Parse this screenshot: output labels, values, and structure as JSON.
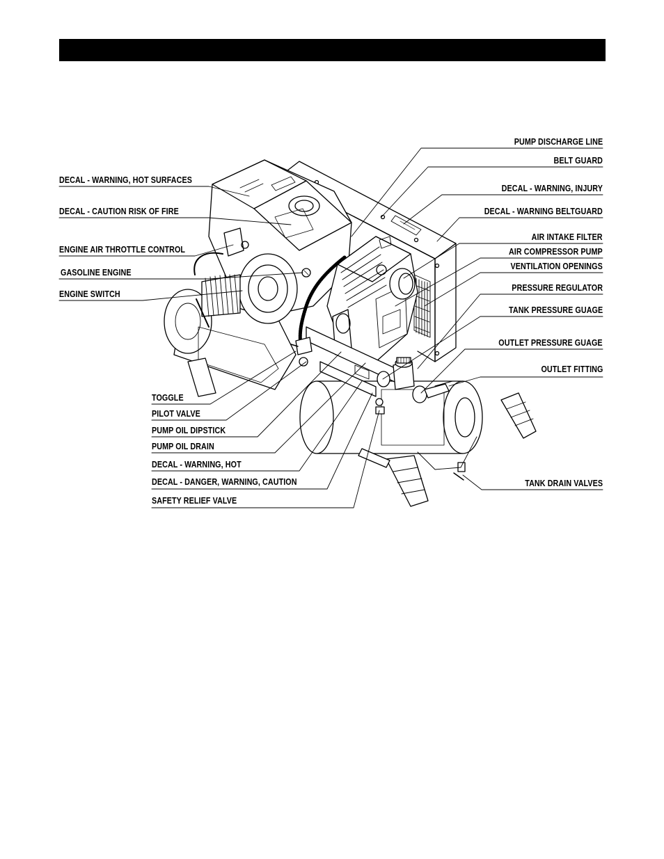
{
  "header": {
    "bar_color": "#000000"
  },
  "labels_left": [
    "DECAL - WARNING, HOT SURFACES",
    "DECAL - CAUTION RISK OF FIRE",
    "ENGINE AIR THROTTLE CONTROL",
    "GASOLINE ENGINE",
    "ENGINE SWITCH"
  ],
  "labels_bottom": [
    "TOGGLE",
    "PILOT VALVE",
    "PUMP OIL DIPSTICK",
    "PUMP OIL DRAIN",
    "DECAL - WARNING, HOT",
    "DECAL - DANGER, WARNING, CAUTION",
    "SAFETY RELIEF VALVE"
  ],
  "labels_right": [
    "PUMP DISCHARGE LINE",
    "BELT GUARD",
    "DECAL - WARNING, INJURY",
    "DECAL - WARNING BELTGUARD",
    "AIR INTAKE FILTER",
    "AIR COMPRESSOR PUMP",
    "VENTILATION OPENINGS",
    "PRESSURE REGULATOR",
    "TANK PRESSURE GUAGE",
    "OUTLET PRESSURE GUAGE",
    "OUTLET FITTING",
    "TANK DRAIN VALVES"
  ]
}
